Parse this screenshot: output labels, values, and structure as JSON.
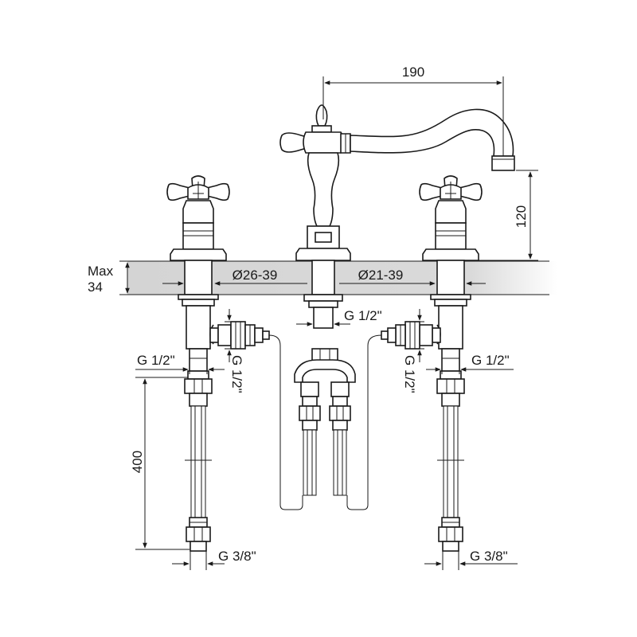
{
  "dimensions": {
    "spout_reach": "190",
    "spout_height": "120",
    "deck_thickness_line1": "Max",
    "deck_thickness_line2": "34",
    "hole_left": "Ø26-39",
    "hole_right": "Ø21-39",
    "center_thread": "G 1/2\"",
    "left_outlet_thread": "G 1/2\"",
    "left_side_thread": "G 1/2\"",
    "right_side_thread": "G 1/2\"",
    "right_outlet_thread": "G 1/2\"",
    "hose_length": "400",
    "left_hose_end": "G 3/8\"",
    "right_hose_end": "G 3/8\""
  },
  "colors": {
    "line": "#1a1a1a",
    "deck_band": "#d9d9d9",
    "background": "#ffffff"
  }
}
